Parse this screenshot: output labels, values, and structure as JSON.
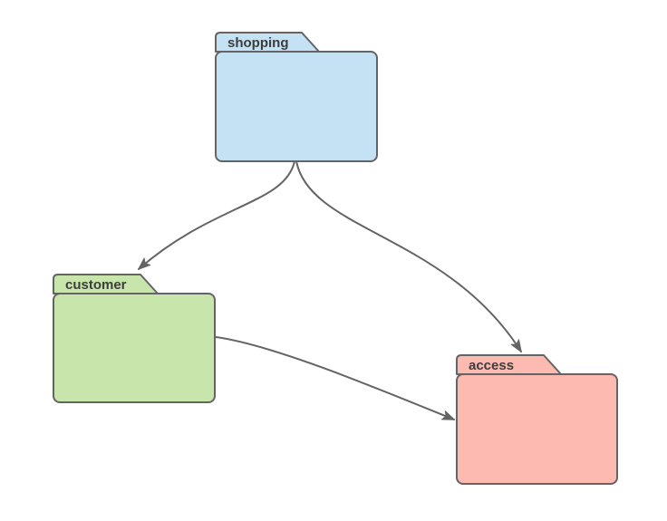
{
  "diagram": {
    "type": "uml-package-diagram",
    "colors": {
      "background": "#ffffff",
      "stroke": "#646464",
      "text": "#3d3d3d"
    },
    "packages": [
      {
        "id": "shopping",
        "label": "shopping",
        "fill": "#c4e2f4"
      },
      {
        "id": "customer",
        "label": "customer",
        "fill": "#c8e5ab"
      },
      {
        "id": "access",
        "label": "access",
        "fill": "#fdbab0"
      }
    ],
    "edges": [
      {
        "from": "shopping",
        "to": "customer",
        "line": "solid",
        "arrow": "filled-classic"
      },
      {
        "from": "shopping",
        "to": "access",
        "line": "solid",
        "arrow": "filled-classic"
      },
      {
        "from": "customer",
        "to": "access",
        "line": "solid",
        "arrow": "filled-classic"
      }
    ]
  }
}
